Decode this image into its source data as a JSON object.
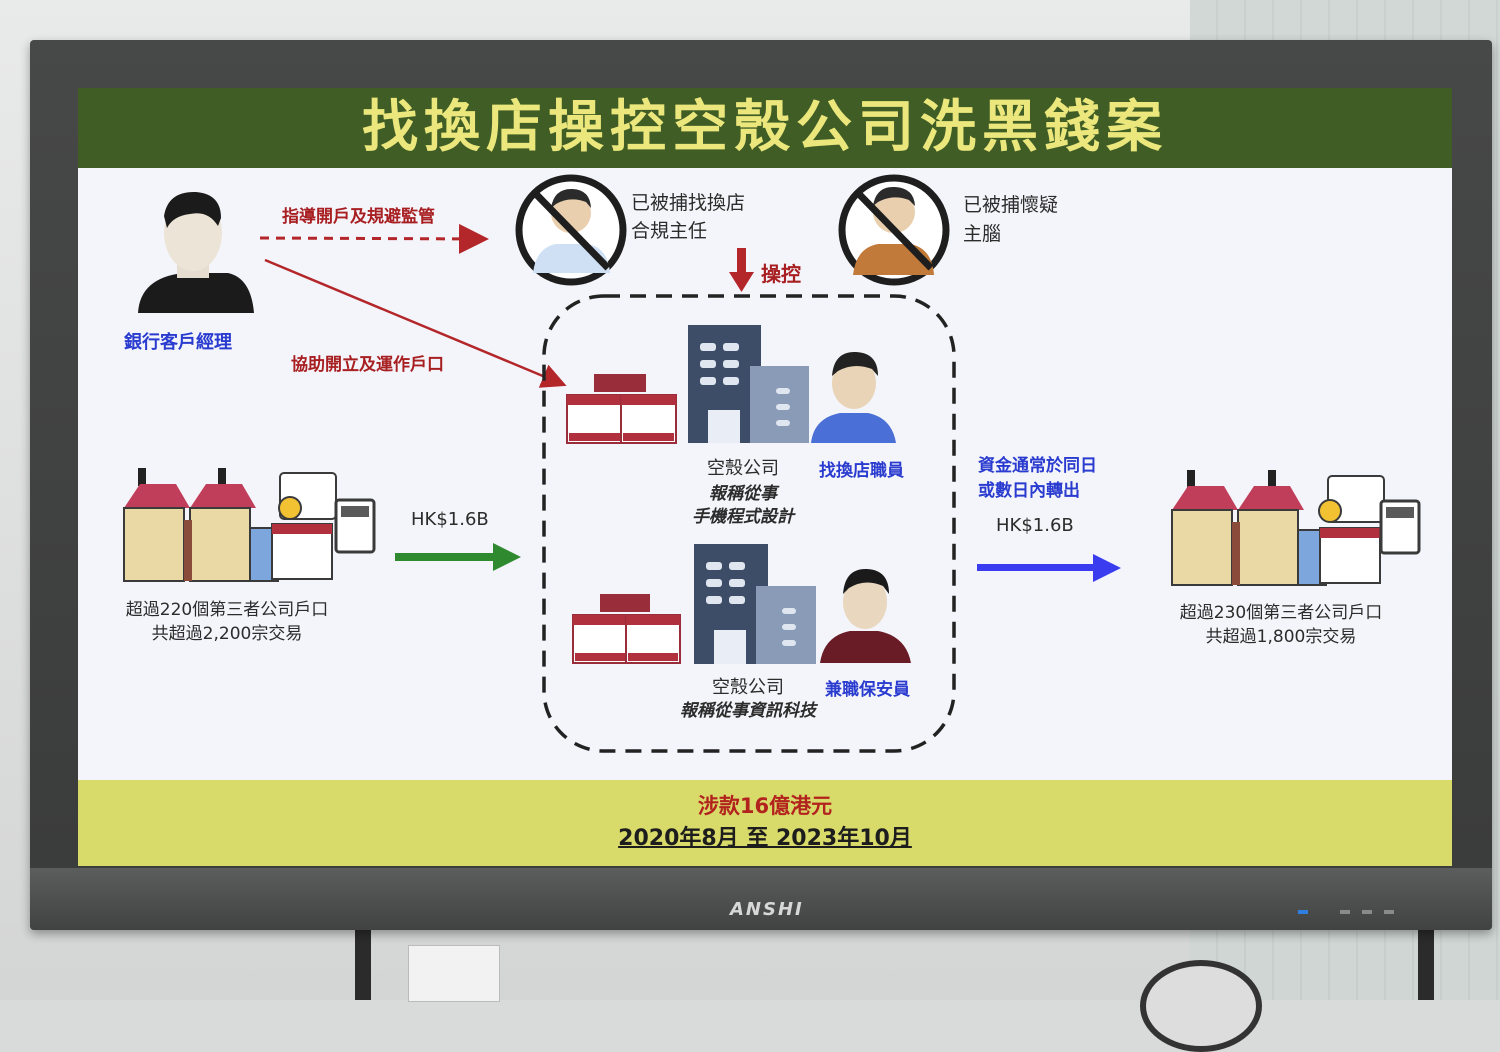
{
  "title": "找換店操控空殼公司洗黑錢案",
  "banker": {
    "label": "銀行客戶經理"
  },
  "arrow_guide": "指導開戶及規避監管",
  "arrow_assist": "協助開立及運作戶口",
  "compliance": {
    "line1": "已被捕找換店",
    "line2": "合規主任"
  },
  "mastermind": {
    "line1": "已被捕懷疑",
    "line2": "主腦"
  },
  "control_label": "操控",
  "company1": {
    "name": "空殼公司",
    "desc1": "報稱從事",
    "desc2": "手機程式設計",
    "staff": "找換店職員"
  },
  "company2": {
    "name": "空殼公司",
    "desc": "報稱從事資訊科技",
    "staff": "兼職保安員"
  },
  "left_side": {
    "amount": "HK$1.6B",
    "line1": "超過220個第三者公司戶口",
    "line2": "共超過2,200宗交易"
  },
  "right_side": {
    "note1": "資金通常於同日",
    "note2": "或數日內轉出",
    "amount": "HK$1.6B",
    "line1": "超過230個第三者公司戶口",
    "line2": "共超過1,800宗交易"
  },
  "footer": {
    "amount": "涉款16億港元",
    "period": "2020年8月 至 2023年10月"
  },
  "monitor_brand": "ANSHI",
  "colors": {
    "header_bg": "#3f5d25",
    "header_text": "#ebe77c",
    "footer_bg": "#d8da6a",
    "red": "#a81f22",
    "blue": "#2a3bd0",
    "green_arrow": "#2f8a2f",
    "blue_arrow": "#3a3cf0"
  }
}
